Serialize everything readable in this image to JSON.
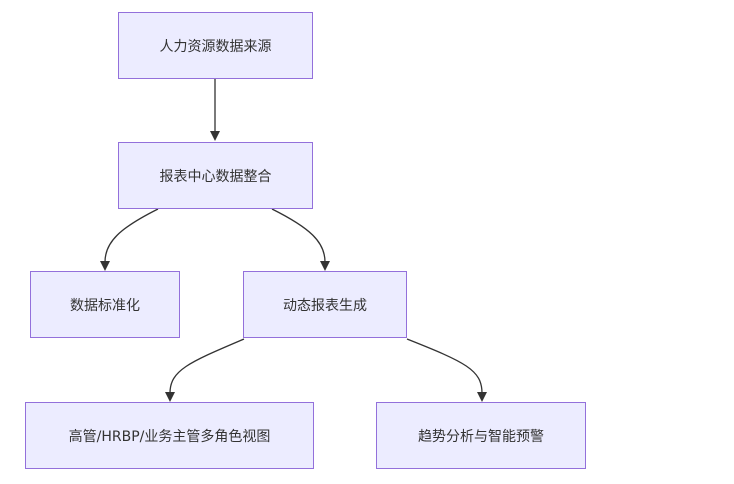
{
  "nodes": {
    "source": "人力资源数据来源",
    "integration": "报表中心数据整合",
    "standardization": "数据标准化",
    "dynamic_report": "动态报表生成",
    "multi_role_view": "高管/HRBP/业务主管多角色视图",
    "trend_analysis": "趋势分析与智能预警"
  },
  "edges": [
    {
      "from": "source",
      "to": "integration"
    },
    {
      "from": "integration",
      "to": "standardization"
    },
    {
      "from": "integration",
      "to": "dynamic_report"
    },
    {
      "from": "dynamic_report",
      "to": "multi_role_view"
    },
    {
      "from": "dynamic_report",
      "to": "trend_analysis"
    }
  ],
  "colors": {
    "node_fill": "#ececff",
    "node_border": "#9370db",
    "edge": "#333333",
    "text": "#333333"
  }
}
